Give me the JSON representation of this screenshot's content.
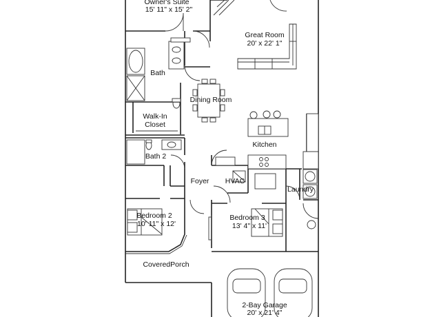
{
  "rooms": {
    "owners_suite": {
      "name": "Owner's Suite",
      "dims": "15' 11\" x 15' 2\""
    },
    "great_room": {
      "name": "Great Room",
      "dims": "20' x 22' 1\""
    },
    "bath": {
      "name": "Bath"
    },
    "dining_room": {
      "name": "Dining Room"
    },
    "walk_in_closet": {
      "name_line1": "Walk-In",
      "name_line2": "Closet"
    },
    "kitchen": {
      "name": "Kitchen"
    },
    "bath_2": {
      "name": "Bath 2"
    },
    "foyer": {
      "name": "Foyer"
    },
    "hvac": {
      "name": "HVAC"
    },
    "laundry": {
      "name": "Laundry"
    },
    "bedroom_2": {
      "name": "Bedroom 2",
      "dims": "10' 11\" x 12'"
    },
    "bedroom_3": {
      "name": "Bedroom 3",
      "dims": "13' 4\" x 11'"
    },
    "covered_porch": {
      "name": "CoveredPorch"
    },
    "garage": {
      "name": "2-Bay Garage",
      "dims": "20' x 21' 4\""
    }
  },
  "colors": {
    "wall": "#222222",
    "background": "#ffffff"
  }
}
